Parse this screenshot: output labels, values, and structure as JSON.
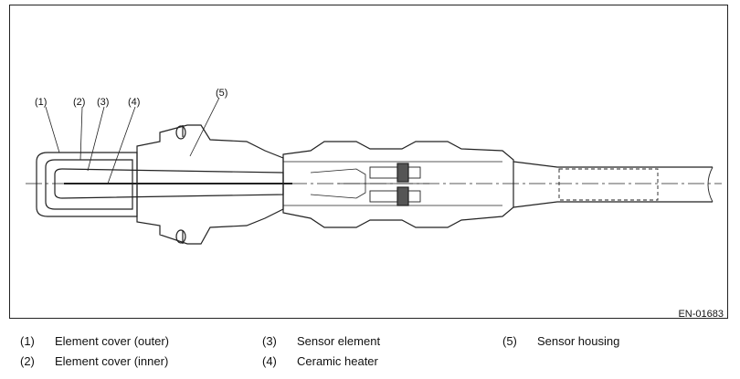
{
  "figure_code": "EN-01683",
  "callouts": [
    "(1)",
    "(2)",
    "(3)",
    "(4)",
    "(5)"
  ],
  "legend": [
    {
      "num": "(1)",
      "label": "Element cover (outer)"
    },
    {
      "num": "(2)",
      "label": "Element cover (inner)"
    },
    {
      "num": "(3)",
      "label": "Sensor element"
    },
    {
      "num": "(4)",
      "label": "Ceramic heater"
    },
    {
      "num": "(5)",
      "label": "Sensor housing"
    }
  ]
}
